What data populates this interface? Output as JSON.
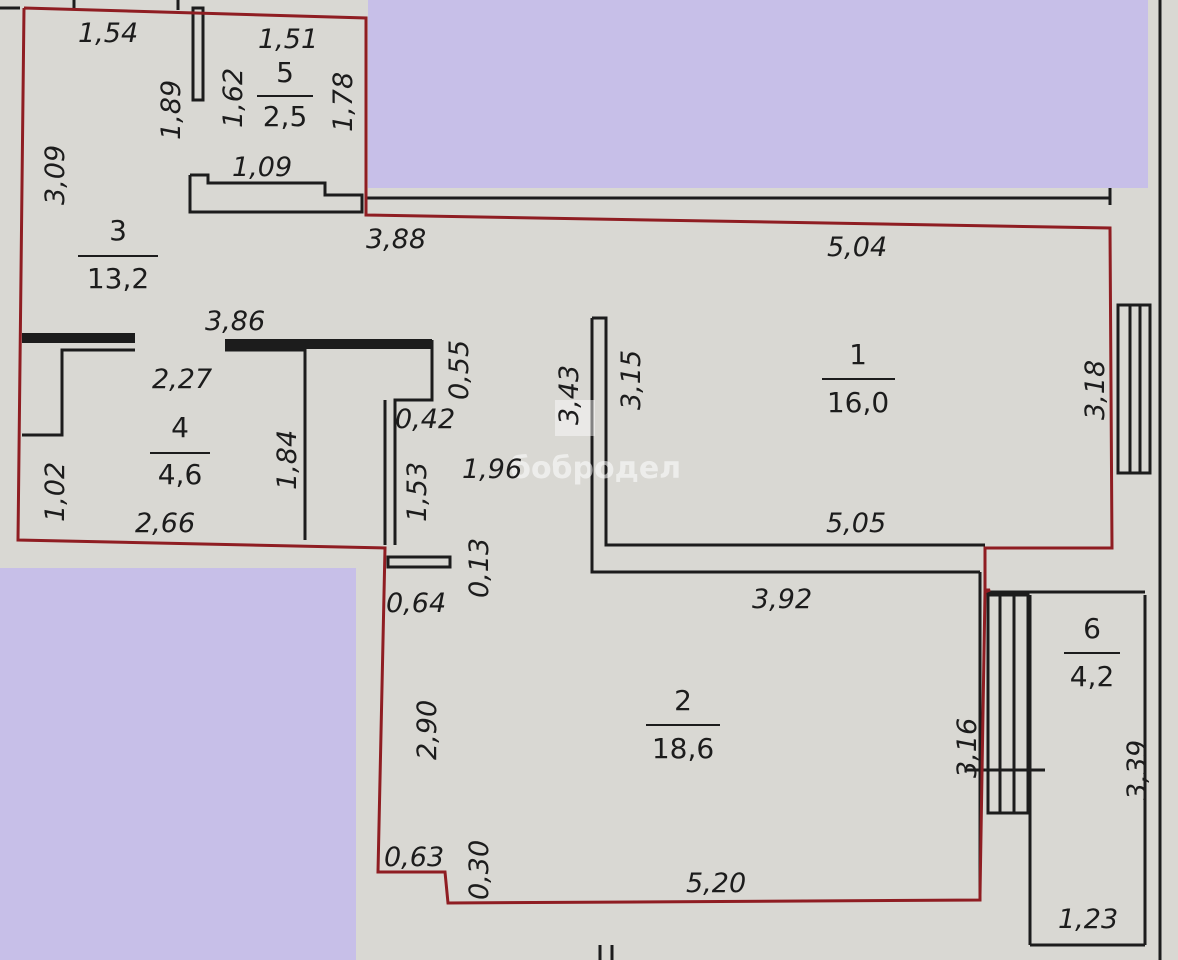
{
  "colors": {
    "background": "#d9d8d3",
    "mask": "#c7bfe8",
    "wall": "#1c1c1c",
    "outline": "#8f1d22"
  },
  "rooms": [
    {
      "number": "1",
      "area": "16,0"
    },
    {
      "number": "2",
      "area": "18,6"
    },
    {
      "number": "3",
      "area": "13,2"
    },
    {
      "number": "4",
      "area": "4,6"
    },
    {
      "number": "5",
      "area": "2,5"
    },
    {
      "number": "6",
      "area": "4,2"
    }
  ],
  "dimensions": {
    "d_1_54": "1,54",
    "d_1_51": "1,51",
    "d_1_89": "1,89",
    "d_1_62": "1,62",
    "d_1_78": "1,78",
    "d_3_09": "3,09",
    "d_1_09": "1,09",
    "d_3_88": "3,88",
    "d_5_04": "5,04",
    "d_3_86": "3,86",
    "d_2_27": "2,27",
    "d_0_55": "0,55",
    "d_3_43": "3,43",
    "d_3_15": "3,15",
    "d_3_18": "3,18",
    "d_0_42": "0,42",
    "d_1_84": "1,84",
    "d_1_02": "1,02",
    "d_1_53": "1,53",
    "d_1_96": "1,96",
    "d_2_66": "2,66",
    "d_5_05": "5,05",
    "d_0_13": "0,13",
    "d_0_64": "0,64",
    "d_3_92": "3,92",
    "d_2_90": "2,90",
    "d_3_16": "3,16",
    "d_3_39": "3,39",
    "d_0_63": "0,63",
    "d_0_30": "0,30",
    "d_5_20": "5,20",
    "d_1_23": "1,23"
  },
  "watermark": "бобродел"
}
